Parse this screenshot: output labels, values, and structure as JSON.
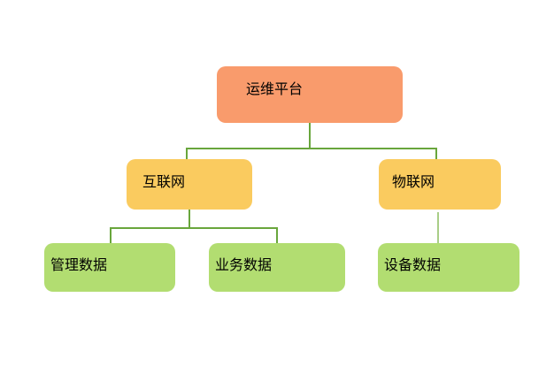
{
  "diagram": {
    "type": "tree",
    "background": "#ffffff",
    "palette": {
      "level1_fill": "#f99b6c",
      "level2_fill": "#facb5f",
      "level3_fill": "#b2dd71",
      "edge_green": "#69a63c",
      "edge_light_green": "#a9ce87",
      "text_color": "#000000"
    },
    "nodes": [
      {
        "label": "运维平台",
        "level": 1,
        "fill": "#f99b6c",
        "parent": null
      },
      {
        "label": "互联网",
        "level": 2,
        "fill": "#facb5f",
        "parent": "运维平台"
      },
      {
        "label": "物联网",
        "level": 2,
        "fill": "#facb5f",
        "parent": "运维平台"
      },
      {
        "label": "管理数据",
        "level": 3,
        "fill": "#b2dd71",
        "parent": "互联网"
      },
      {
        "label": "业务数据",
        "level": 3,
        "fill": "#b2dd71",
        "parent": "互联网"
      },
      {
        "label": "设备数据",
        "level": 3,
        "fill": "#b2dd71",
        "parent": "物联网"
      }
    ],
    "edges": [
      {
        "from": "运维平台",
        "to": "互联网",
        "color": "#69a63c"
      },
      {
        "from": "运维平台",
        "to": "物联网",
        "color": "#69a63c"
      },
      {
        "from": "互联网",
        "to": "管理数据",
        "color": "#69a63c"
      },
      {
        "from": "互联网",
        "to": "业务数据",
        "color": "#69a63c"
      },
      {
        "from": "物联网",
        "to": "设备数据",
        "color": "#a9ce87"
      }
    ]
  }
}
